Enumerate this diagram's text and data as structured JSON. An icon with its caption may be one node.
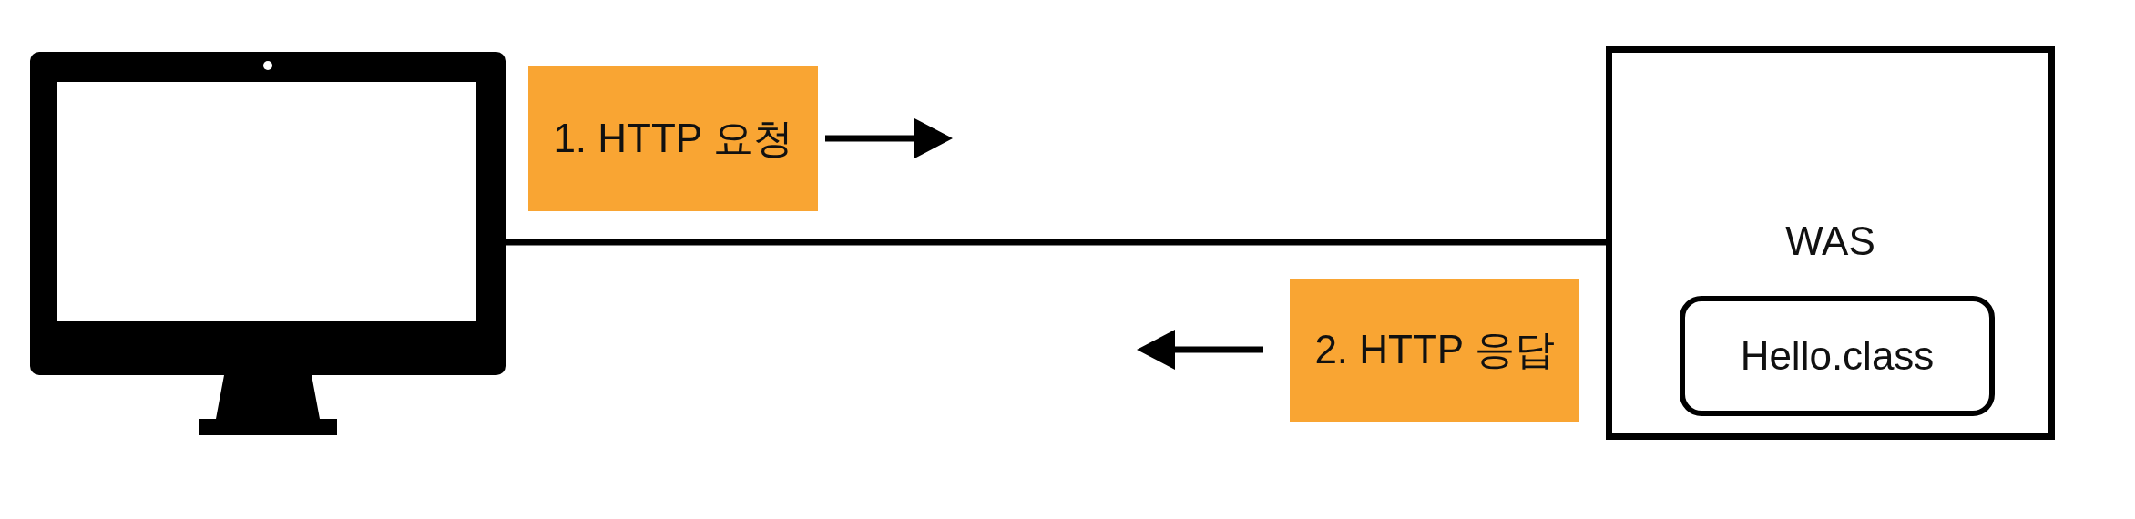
{
  "diagram": {
    "nodes": [
      {
        "text": [],
        "shape": "monitor"
      },
      {
        "text": [
          "1. HTTP 요청"
        ]
      },
      {
        "text": [
          "WAS"
        ]
      },
      {
        "text": [
          "Hello.class"
        ],
        "in": 2
      },
      {
        "text": [
          "2. HTTP 응답"
        ]
      }
    ],
    "edges": [
      {
        "from": 0,
        "to": 2,
        "arrow": "none"
      }
    ]
  }
}
